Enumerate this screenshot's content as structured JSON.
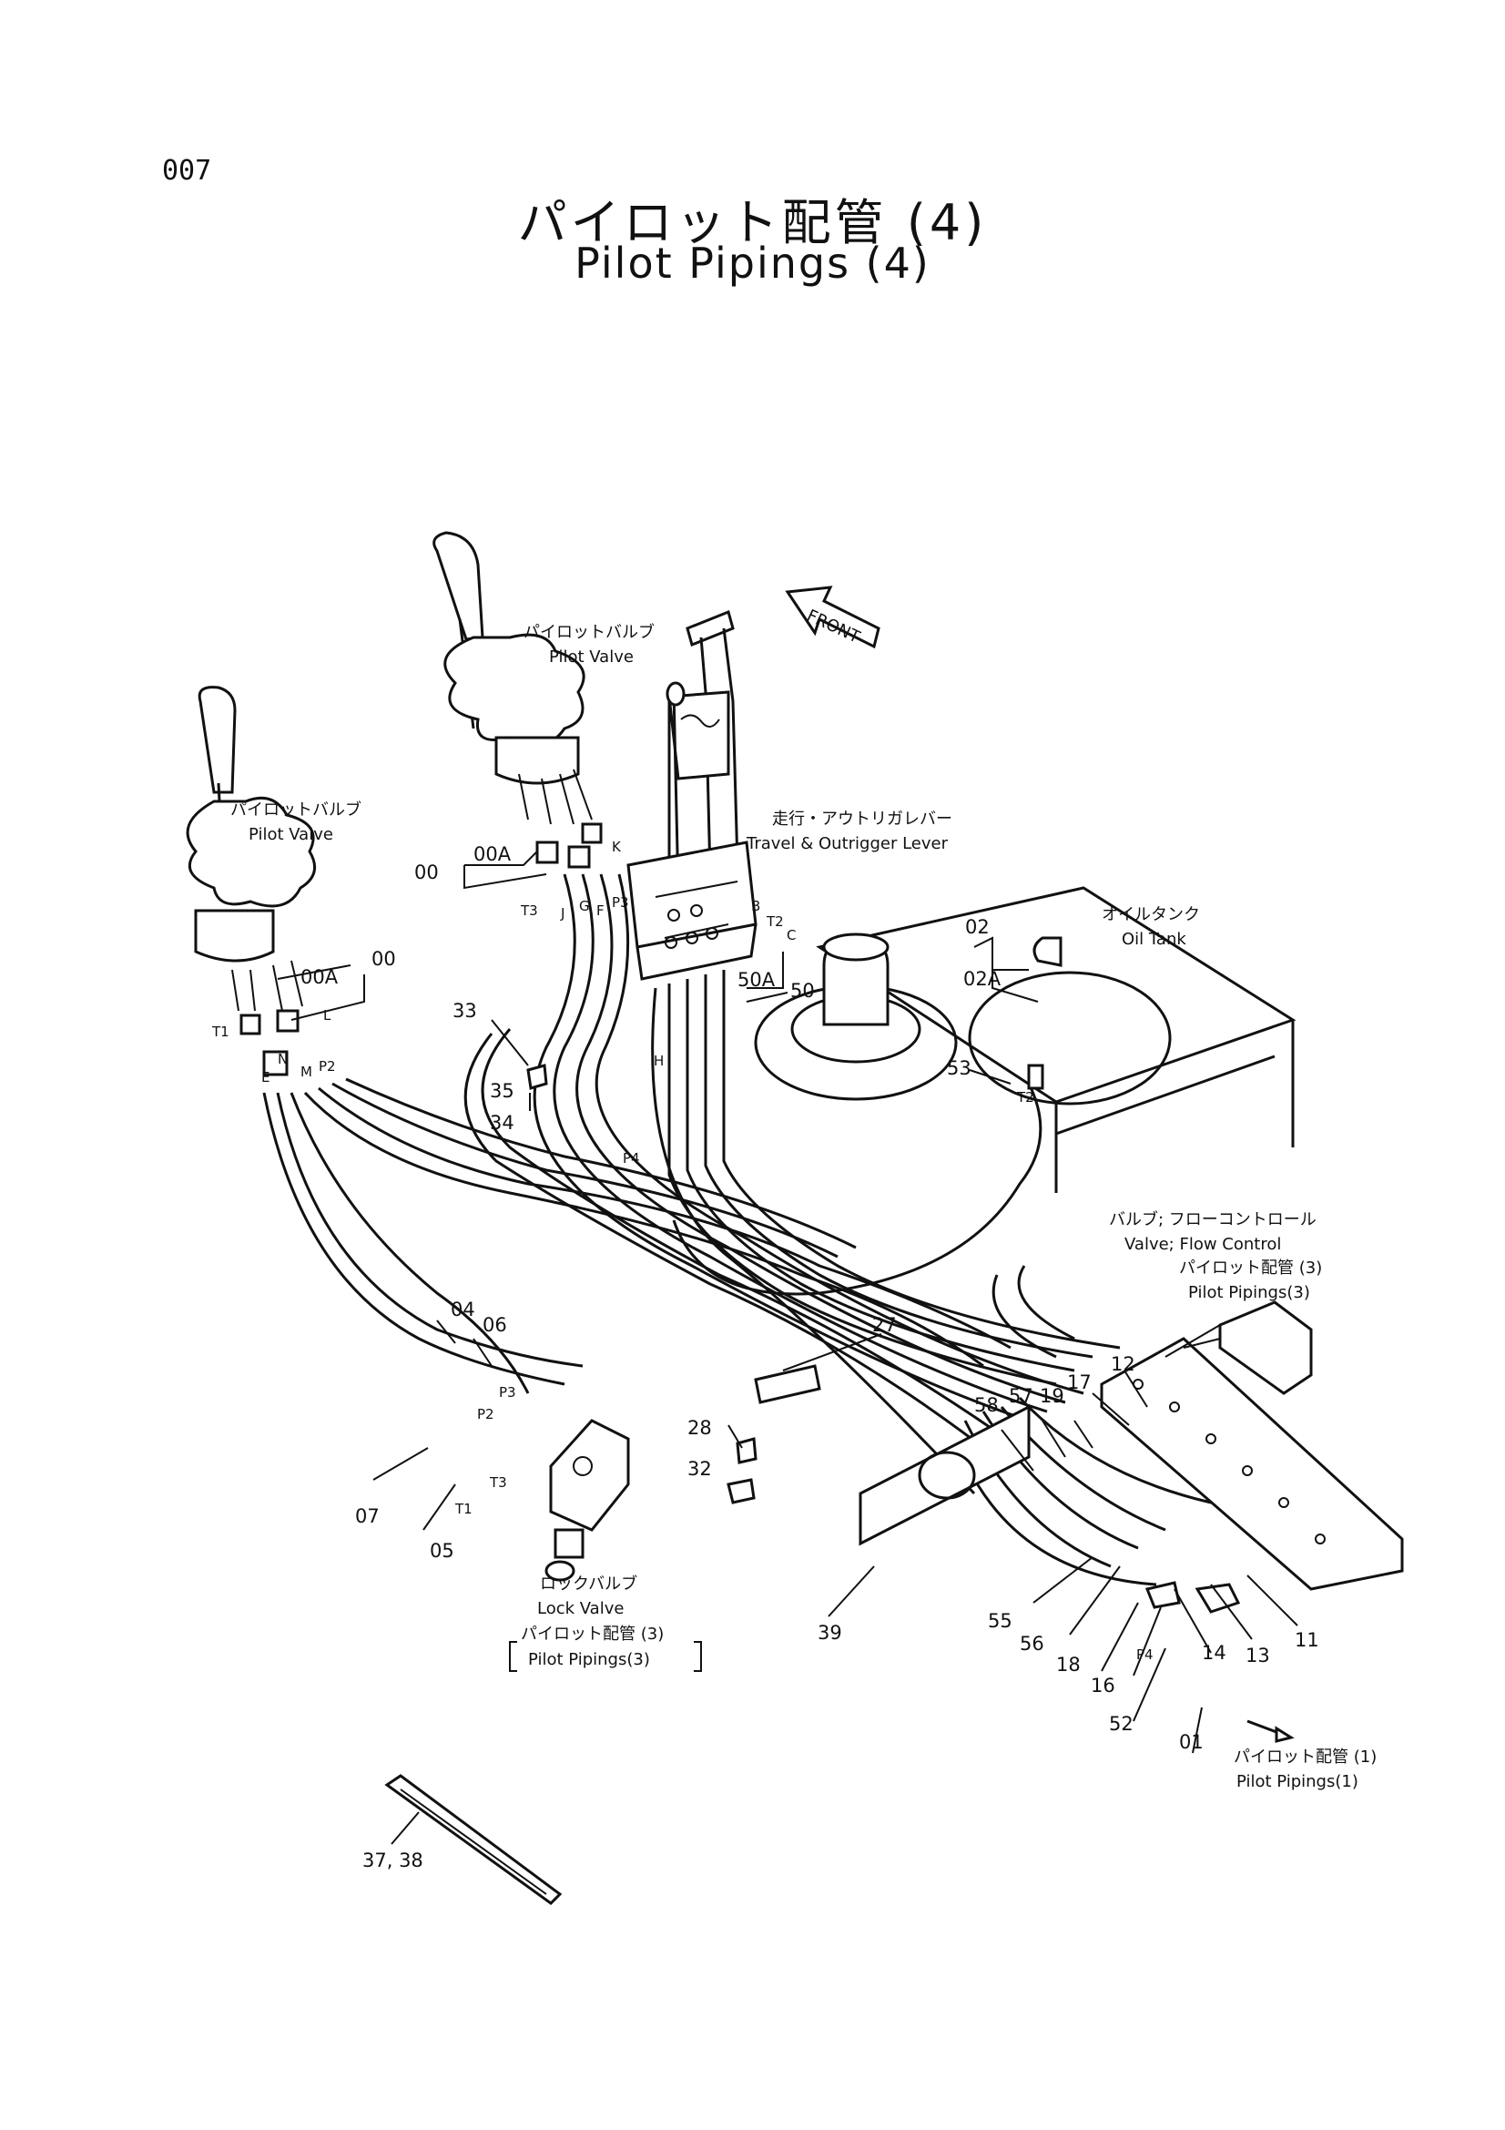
{
  "page": {
    "number": "007",
    "title_jp": "パイロット配管 (4)",
    "title_en": "Pilot Pipings (4)"
  },
  "front_label": "FRONT",
  "components": {
    "pilot_valve_right": {
      "jp": "パイロットバルブ",
      "en": "Pilot Valve"
    },
    "pilot_valve_left": {
      "jp": "パイロットバルブ",
      "en": "Pilot Valve"
    },
    "travel_lever": {
      "jp": "走行・アウトリガレバー",
      "en": "Travel & Outrigger Lever"
    },
    "oil_tank": {
      "jp": "オイルタンク",
      "en": "Oil Tank"
    },
    "flow_control": {
      "jp": "バルブ; フローコントロール",
      "en": "Valve; Flow Control",
      "ref_jp": "パイロット配管 (3)",
      "ref_en": "Pilot Pipings(3)"
    },
    "lock_valve": {
      "jp": "ロックバルブ",
      "en": "Lock Valve",
      "ref_jp": "パイロット配管 (3)",
      "ref_en": "Pilot Pipings(3)"
    },
    "pilot_pipings_1": {
      "jp": "パイロット配管 (1)",
      "en": "Pilot Pipings(1)"
    }
  },
  "part_numbers": {
    "p00_right": "00",
    "p00a_right": "00A",
    "p00_left": "00",
    "p00a_left": "00A",
    "p01": "01",
    "p02": "02",
    "p02a": "02A",
    "p04": "04",
    "p05": "05",
    "p06": "06",
    "p07": "07",
    "p11": "11",
    "p12": "12",
    "p13": "13",
    "p14": "14",
    "p16": "16",
    "p17": "17",
    "p18": "18",
    "p19": "19",
    "p27": "27",
    "p28": "28",
    "p32": "32",
    "p33": "33",
    "p34": "34",
    "p35": "35",
    "p3738": "37, 38",
    "p39": "39",
    "p50": "50",
    "p50a": "50A",
    "p52": "52",
    "p53": "53",
    "p55": "55",
    "p56": "56",
    "p57": "57",
    "p58": "58"
  },
  "port_labels": {
    "t3_right": "T3",
    "j": "J",
    "g": "G",
    "f": "F",
    "p3": "P3",
    "k": "K",
    "t1_left": "T1",
    "l": "L",
    "n": "N",
    "m": "M",
    "p2": "P2",
    "e": "E",
    "b": "B",
    "t2_lever": "T2",
    "c": "C",
    "h": "H",
    "p4": "P4",
    "t2_tank": "T2",
    "p3_lock": "P3",
    "p2_lock": "P2",
    "t3_lock": "T3",
    "t1_lock": "T1",
    "p4_end": "P4"
  }
}
